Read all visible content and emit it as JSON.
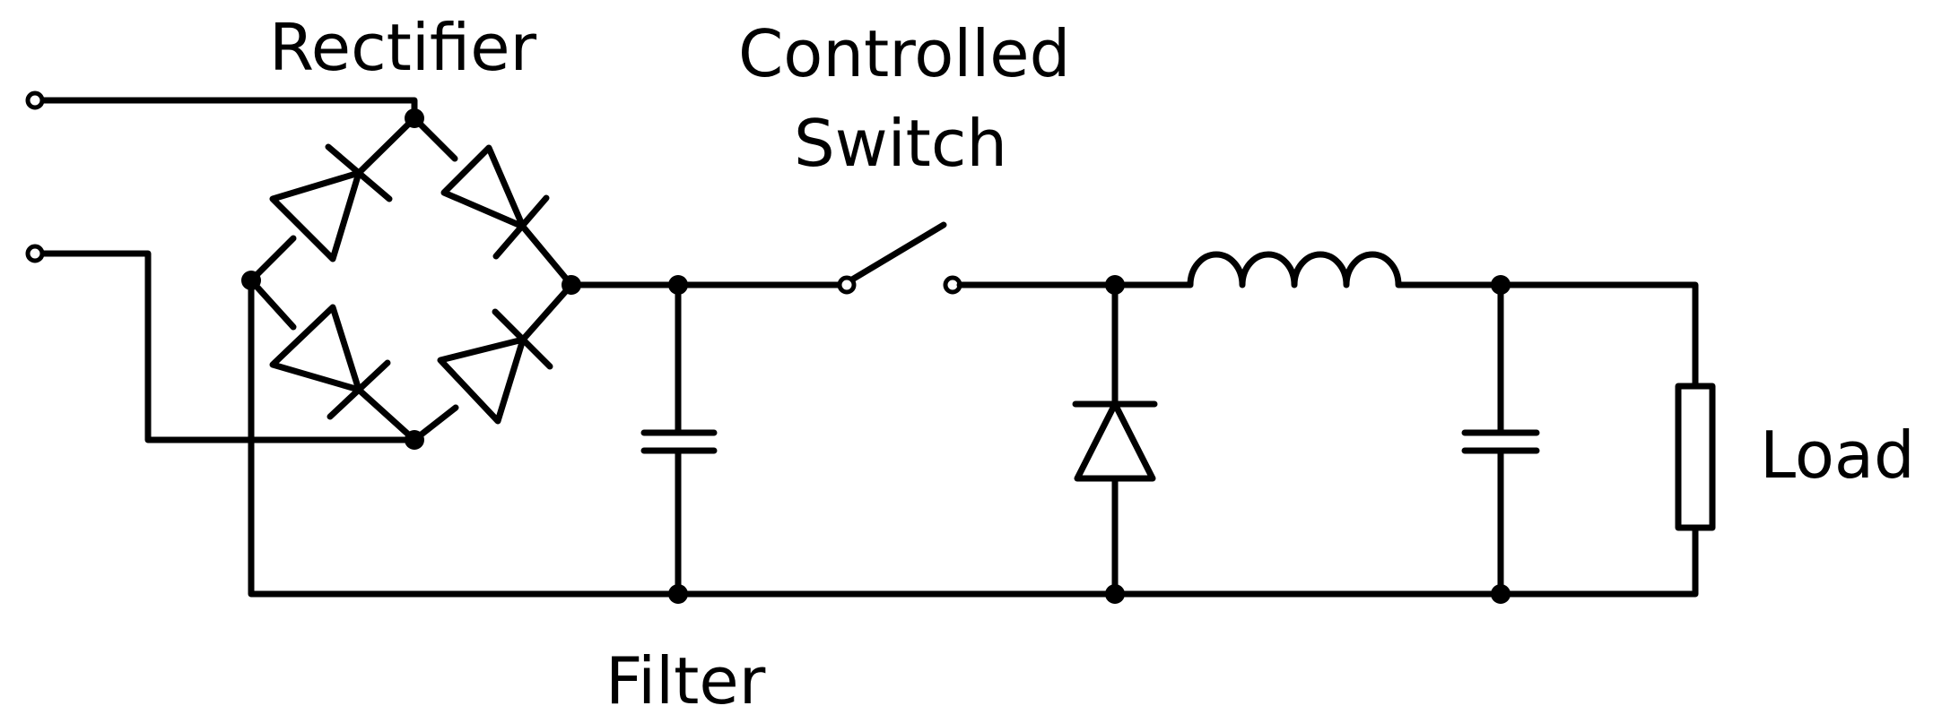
{
  "labels": {
    "rectifier": "Rectifier",
    "switch_line1": "Controlled",
    "switch_line2": "Switch",
    "filter": "Filter",
    "load": "Load"
  },
  "colors": {
    "ink": "#000000",
    "background": "#ffffff"
  }
}
